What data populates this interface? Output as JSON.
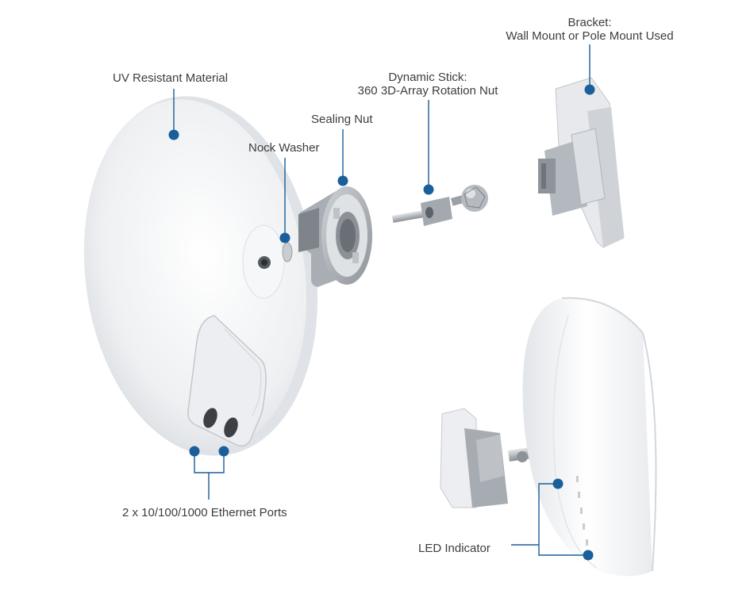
{
  "labels": {
    "uv_resistant_material": "UV Resistant Material",
    "nock_washer": "Nock Washer",
    "sealing_nut": "Sealing Nut",
    "dynamic_stick_line1": "Dynamic Stick:",
    "dynamic_stick_line2": "360 3D-Array Rotation Nut",
    "bracket_line1": "Bracket:",
    "bracket_line2": "Wall Mount or Pole Mount Used",
    "ethernet_ports": "2 x 10/100/1000 Ethernet Ports",
    "led_indicator": "LED Indicator"
  },
  "colors": {
    "callout": "#1a5e9a",
    "label_text": "#3d3d3d",
    "device_body": "#f1f2f4",
    "device_shadow": "#d4d7dc",
    "bracket_dark": "#9ea3a9"
  }
}
